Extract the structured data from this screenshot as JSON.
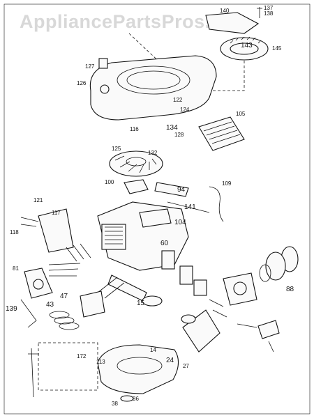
{
  "watermark": "AppliancePartsPros.com",
  "labels": [
    {
      "text": "140"
    },
    {
      "text": "137"
    },
    {
      "text": "138"
    },
    {
      "text": "143"
    },
    {
      "text": "145"
    },
    {
      "text": "127"
    },
    {
      "text": "126"
    },
    {
      "text": "122"
    },
    {
      "text": "124"
    },
    {
      "text": "134"
    },
    {
      "text": "116"
    },
    {
      "text": "128"
    },
    {
      "text": "125"
    },
    {
      "text": "132"
    },
    {
      "text": "105"
    },
    {
      "text": "100"
    },
    {
      "text": "109"
    },
    {
      "text": "94"
    },
    {
      "text": "141"
    },
    {
      "text": "104"
    },
    {
      "text": "121"
    },
    {
      "text": "117"
    },
    {
      "text": "118"
    },
    {
      "text": "81"
    },
    {
      "text": "43"
    },
    {
      "text": "47"
    },
    {
      "text": "139"
    },
    {
      "text": "15"
    },
    {
      "text": "60"
    },
    {
      "text": "88"
    },
    {
      "text": "14"
    },
    {
      "text": "24"
    },
    {
      "text": "27"
    },
    {
      "text": "38"
    },
    {
      "text": "113"
    },
    {
      "text": "86"
    },
    {
      "text": "172"
    }
  ]
}
